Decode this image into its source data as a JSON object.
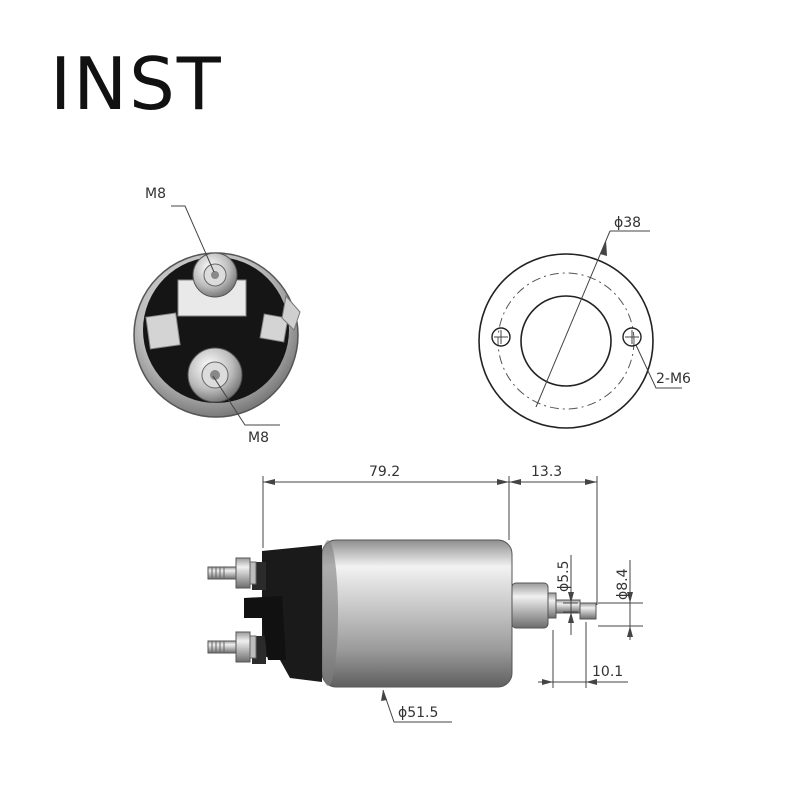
{
  "brand_text": "INST",
  "labels": {
    "terminal_top": "M8",
    "terminal_bottom": "M8",
    "bolt_circle": "ϕ38",
    "mount_holes": "2-M6",
    "body_length": "79.2",
    "plunger_length": "13.3",
    "plunger_tip_dia": "ϕ5.5",
    "plunger_dia": "ϕ8.4",
    "plunger_step": "10.1",
    "body_dia": "ϕ51.5"
  },
  "colors": {
    "line": "#444444",
    "body_dark": "#1a1a1a",
    "metal_light": "#e8e8e8",
    "metal_mid": "#a9a9a9"
  }
}
